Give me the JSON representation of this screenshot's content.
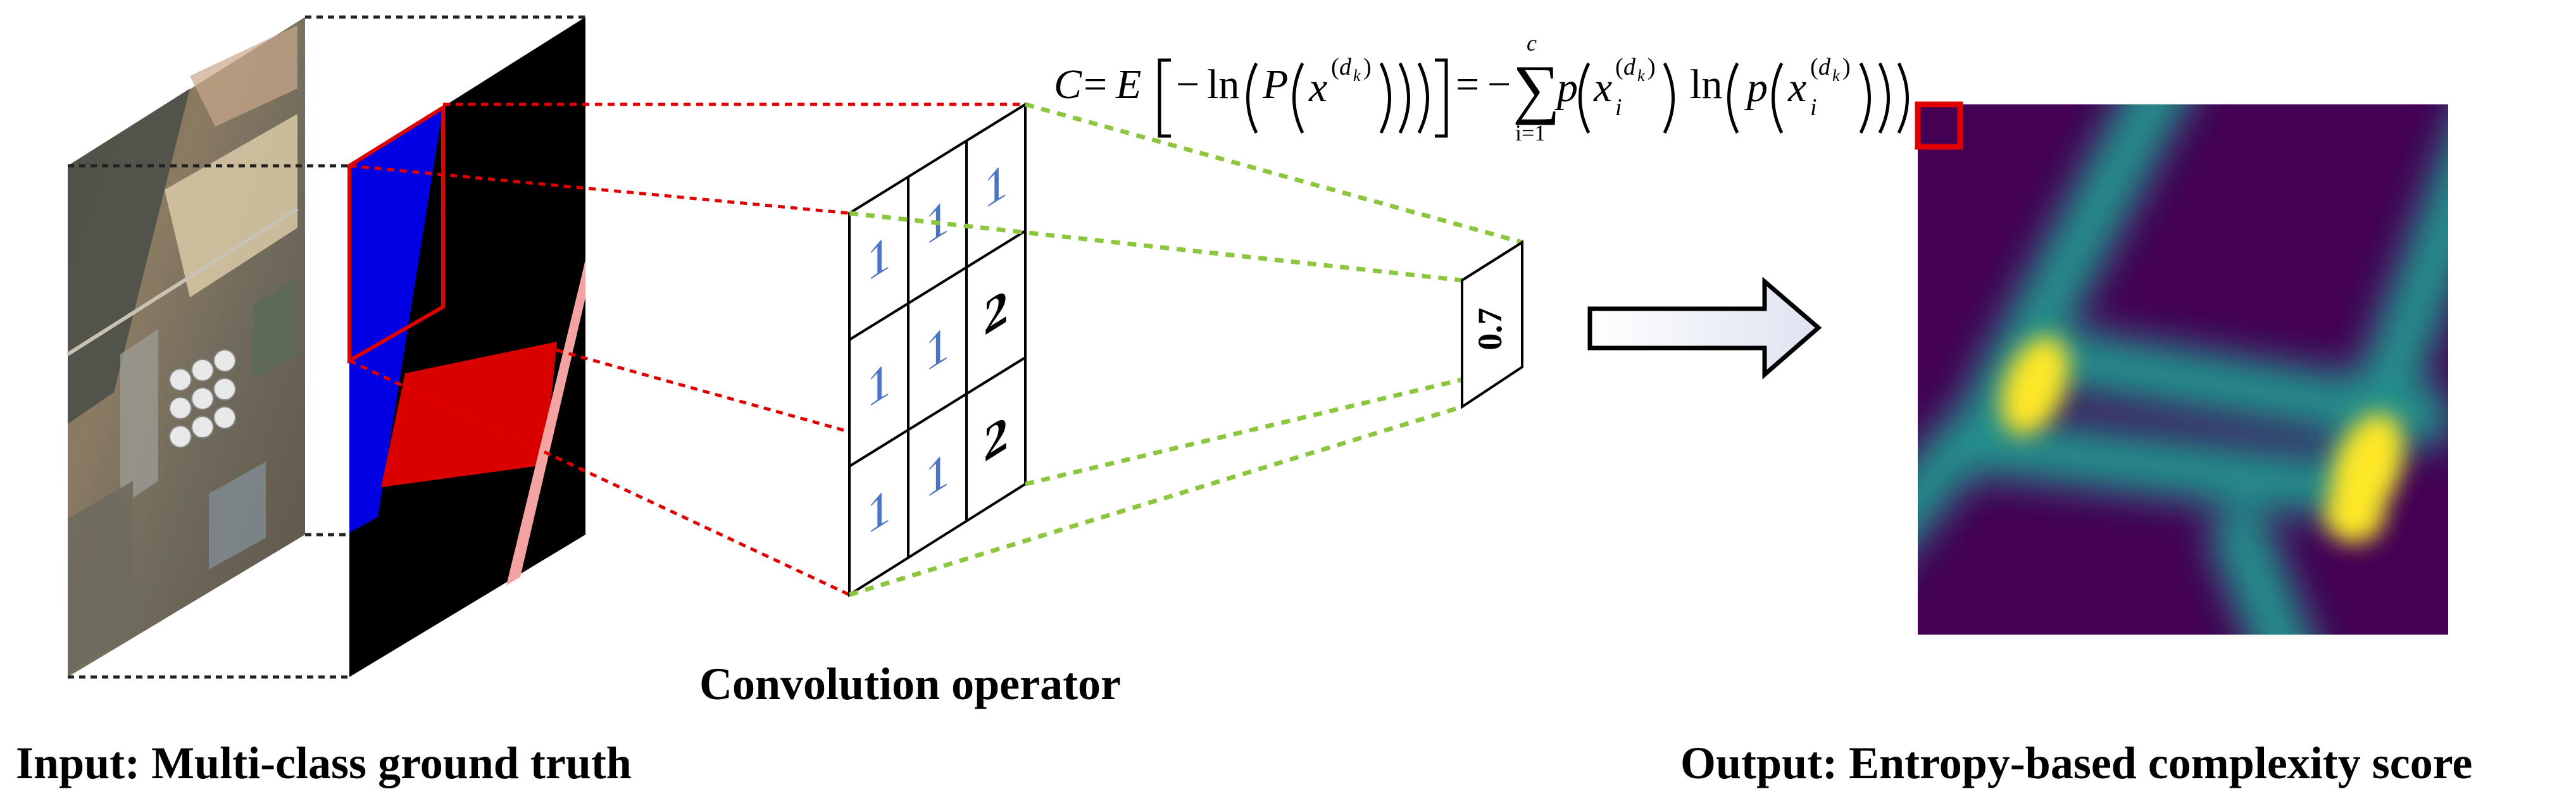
{
  "formula": {
    "lhs": "C",
    "expectation": "E",
    "ln": "ln",
    "prob_upper": "P",
    "var": "x",
    "sup": "(d",
    "sup_sub": "k",
    "sup_close": ")",
    "sum_upper": "c",
    "sum_lower": "i=1",
    "prob_lower": "p",
    "index": "i"
  },
  "kernel": {
    "cells": [
      [
        "1",
        "1",
        "1"
      ],
      [
        "1",
        "1",
        "2"
      ],
      [
        "1",
        "1",
        "2"
      ]
    ],
    "output_value": "0.7",
    "label_color": "#4a74c4"
  },
  "captions": {
    "input": "Input: Multi-class ground truth",
    "operator": "Convolution operator",
    "output": "Output: Entropy-based complexity score"
  },
  "colors": {
    "class_blue": "#0000e0",
    "class_red": "#d90000",
    "class_pink": "#f4a3a3",
    "projection_red": "#e00000",
    "projection_green": "#8cc63f",
    "heatmap_background": "#440154",
    "heatmap_teal": "#21918c",
    "heatmap_yellow": "#fde725"
  }
}
